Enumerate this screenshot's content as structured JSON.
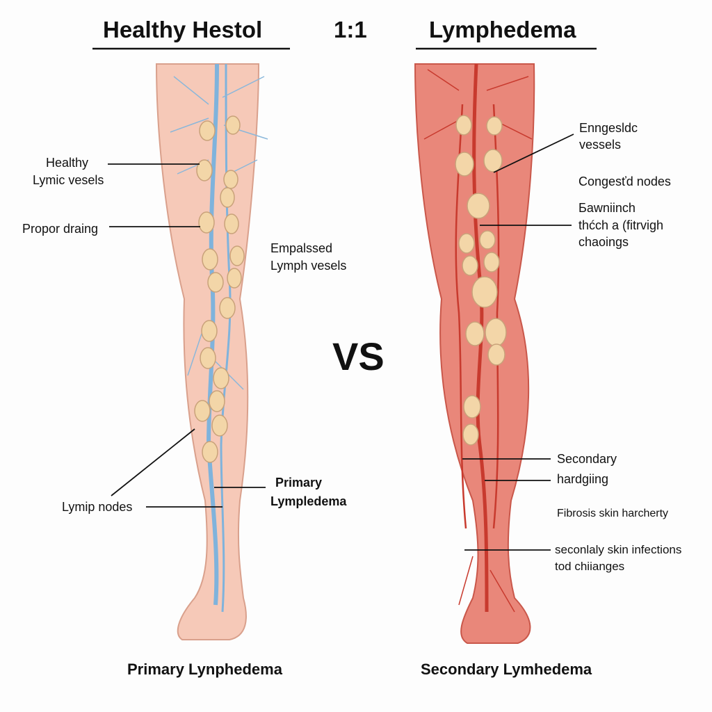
{
  "header": {
    "left_title": "Healthy Hestol",
    "ratio": "1:1",
    "right_title": "Lymphedema"
  },
  "center": {
    "vs": "VS"
  },
  "left_labels": {
    "healthy_vessels_1": "Healthy",
    "healthy_vessels_2": "Lymic vesels",
    "proper_drainage": "Propor draing",
    "empalsed_1": "Empalssed",
    "empalsed_2": "Lymph vesels",
    "primary_1": "Primary",
    "primary_2": "Lympledema",
    "lymph_nodes": "Lymip nodes"
  },
  "right_labels": {
    "engorged_1": "Enngesldc",
    "engorged_2": "vessels",
    "congested_nodes": "Congesťd nodes",
    "thickening_1": "Бawniinch",
    "thickening_2": "thćch a (fitrvigh",
    "thickening_3": "chaoings",
    "secondary_1": "Secondary",
    "secondary_2": "hardgiing",
    "fibrosis": "Fibrosis skin harcherty",
    "infections_1": "seconlaly skin infections",
    "infections_2": "tod chiianges"
  },
  "captions": {
    "left": "Primary Lynphedema",
    "right": "Secondary Lymhedema"
  },
  "colors": {
    "healthy_skin": "#f6c9b8",
    "lymph_vessel": "#7fb3dc",
    "diseased_skin": "#e9877a",
    "diseased_vessel": "#c83a2e",
    "node": "#f3d6a8"
  }
}
